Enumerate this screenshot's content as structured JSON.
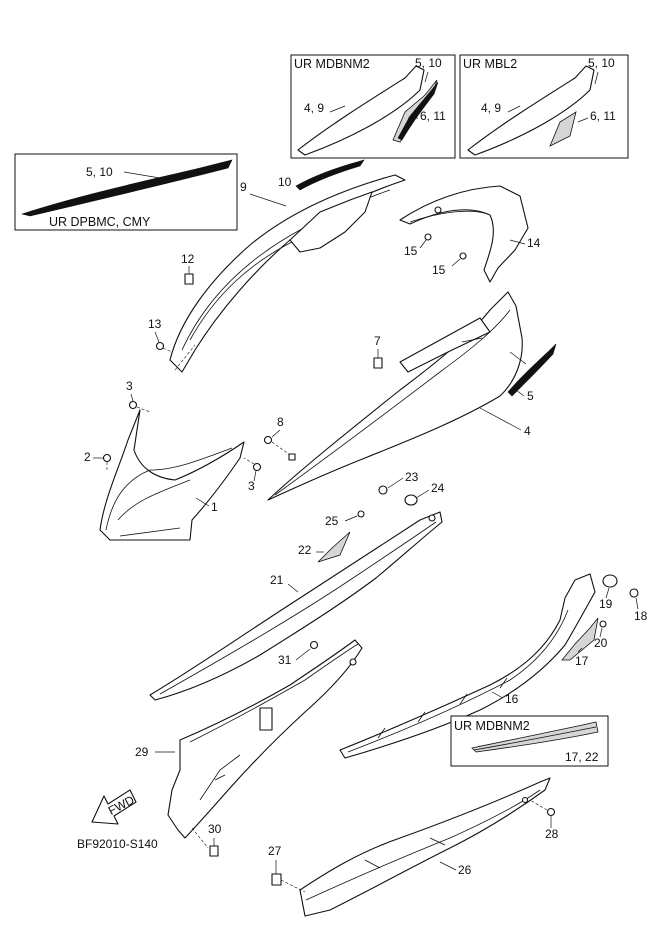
{
  "variant_boxes": {
    "mdbnm2_top": {
      "title": "UR MDBNM2",
      "callouts": [
        "5, 10",
        "4, 9",
        "6, 11"
      ]
    },
    "mbl2_top": {
      "title": "UR MBL2",
      "callouts": [
        "5, 10",
        "4, 9",
        "6, 11"
      ]
    },
    "dpbmc": {
      "title": "UR DPBMC, CMY",
      "callouts": [
        "5, 10"
      ]
    },
    "mdbnm2_bottom": {
      "title": "UR MDBNM2",
      "callouts": [
        "17, 22"
      ]
    }
  },
  "callouts": [
    "10",
    "9",
    "12",
    "13",
    "3",
    "2",
    "3",
    "1",
    "15",
    "15",
    "14",
    "7",
    "5",
    "4",
    "8",
    "23",
    "24",
    "25",
    "22",
    "21",
    "19",
    "18",
    "20",
    "17",
    "31",
    "16",
    "29",
    "30",
    "28",
    "27",
    "26"
  ],
  "fwd_label": "FWD",
  "diagram_code": "BF92010-S140",
  "colors": {
    "line": "#111111",
    "background": "#ffffff",
    "decal_fill": "#d6d6d6"
  }
}
